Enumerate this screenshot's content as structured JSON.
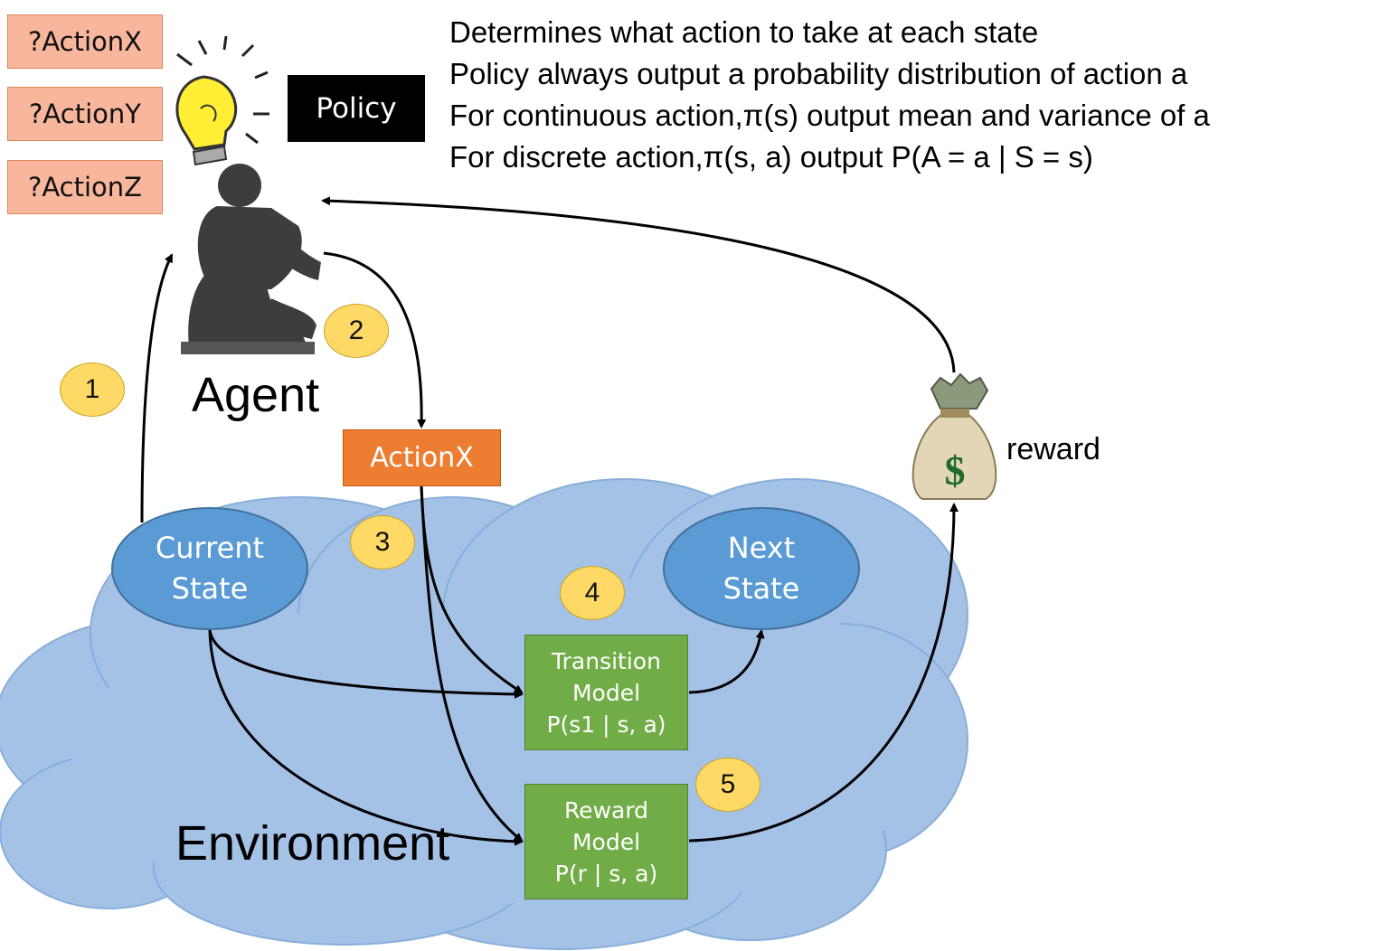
{
  "action_options": [
    "?ActionX",
    "?ActionY",
    "?ActionZ"
  ],
  "policy_label": "Policy",
  "description_lines": [
    "Determines what action to take at each state",
    "Policy always output a probability distribution of action a",
    "For continuous action,π(s) output mean and variance of a",
    "For discrete action,π(s, a) output P(A = a | S = s)"
  ],
  "agent_label": "Agent",
  "environment_label": "Environment",
  "reward_label": "reward",
  "selected_action": "ActionX",
  "current_state": [
    "Current",
    "State"
  ],
  "next_state": [
    "Next",
    "State"
  ],
  "transition_model": [
    "Transition",
    "Model",
    "P(s1 | s, a)"
  ],
  "reward_model": [
    "Reward",
    "Model",
    "P(r | s, a)"
  ],
  "steps": [
    "1",
    "2",
    "3",
    "4",
    "5"
  ],
  "colors": {
    "cloud": "#a4c2e6",
    "state_fill": "#5b9bd5",
    "model_fill": "#70ad47",
    "action_fill": "#ed7d31",
    "option_fill": "#f8b79c",
    "badge_fill": "#ffd966"
  }
}
